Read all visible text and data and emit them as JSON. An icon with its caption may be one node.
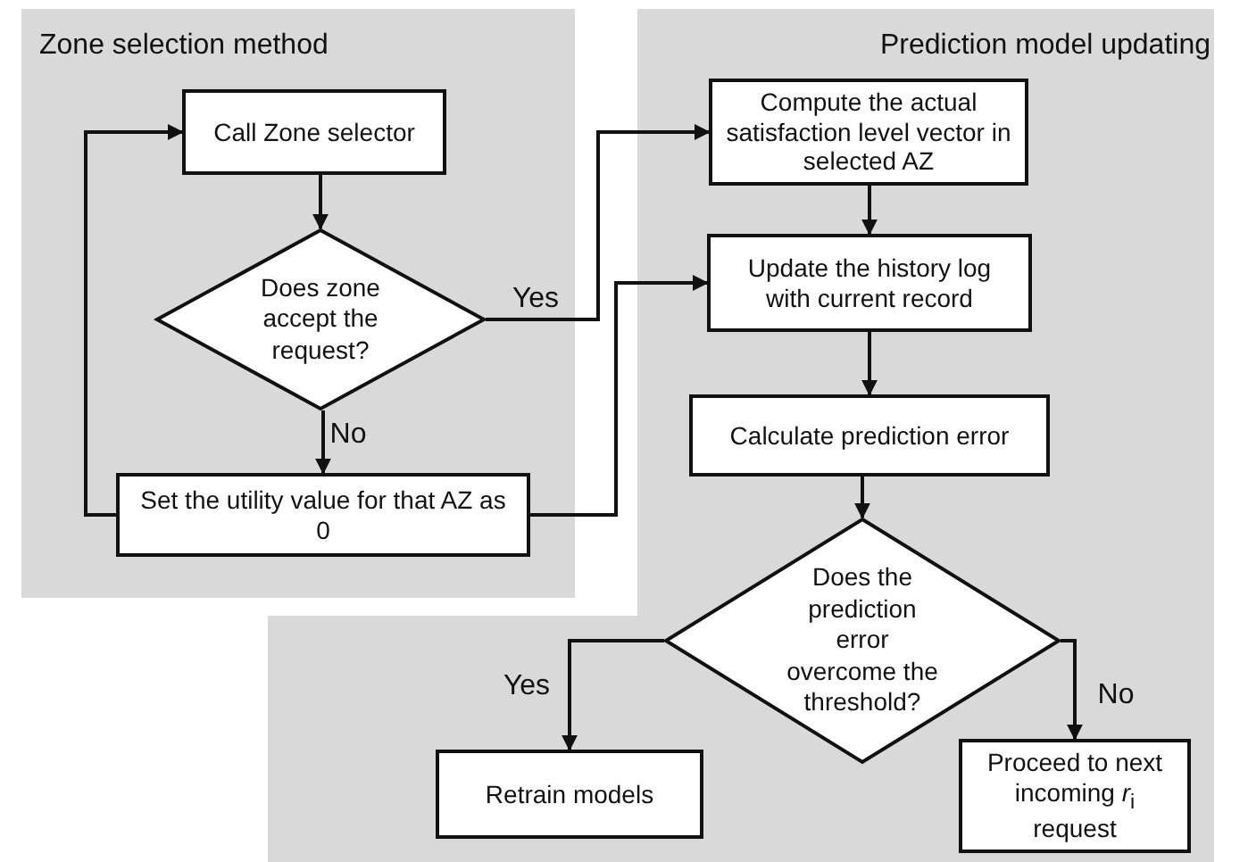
{
  "diagram": {
    "nodes": [
      {
        "text": [
          "Zone selection method"
        ]
      },
      {
        "text": [
          "Call Zone selector"
        ],
        "in": 0
      },
      {
        "text": [
          "Does zone accept the request?"
        ],
        "in": 0
      },
      {
        "text": [
          "Set the utility value for that AZ as 0"
        ],
        "in": 0
      },
      {
        "text": [
          "Prediction model updating"
        ]
      },
      {
        "text": [
          "Compute the actual satisfaction level vector in selected AZ"
        ],
        "in": 4
      },
      {
        "text": [
          "Update the history log with current record"
        ],
        "in": 4
      },
      {
        "text": [
          "Calculate prediction error"
        ],
        "in": 4
      },
      {
        "text": [
          "Does the prediction error overcome the threshold?"
        ],
        "in": 4
      },
      {
        "text": [
          "Retrain models"
        ],
        "in": 4
      },
      {
        "text": [
          "Proceed to next incoming *r*$_{i}$ request"
        ],
        "in": 4
      }
    ],
    "edges": [
      {
        "from": 1,
        "to": 2,
        "arrow": "to"
      },
      {
        "from": 2,
        "to": 3,
        "arrow": "to",
        "label": "No"
      },
      {
        "from": 3,
        "to": 1,
        "arrow": "to"
      },
      {
        "from": 2,
        "to": 5,
        "arrow": "to",
        "label": "Yes"
      },
      {
        "from": 3,
        "to": 6,
        "arrow": "to"
      },
      {
        "from": 5,
        "to": 6,
        "arrow": "to"
      },
      {
        "from": 6,
        "to": 7,
        "arrow": "to"
      },
      {
        "from": 7,
        "to": 8,
        "arrow": "to"
      },
      {
        "from": 8,
        "to": 9,
        "arrow": "to",
        "label": "Yes"
      },
      {
        "from": 8,
        "to": 10,
        "arrow": "to",
        "label": "No"
      }
    ]
  }
}
